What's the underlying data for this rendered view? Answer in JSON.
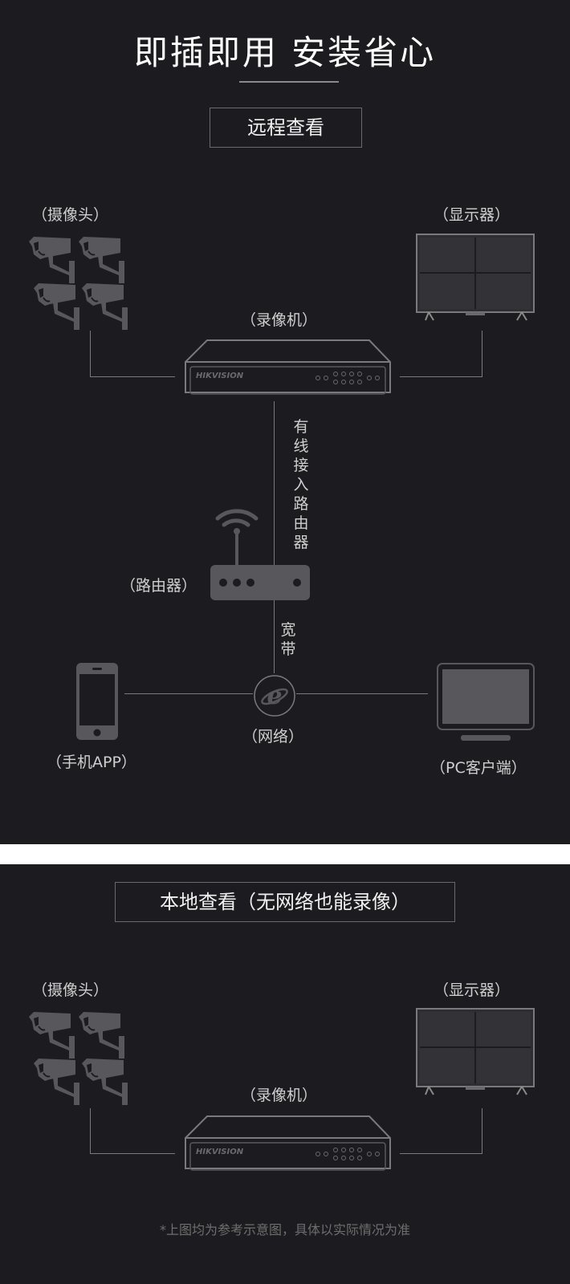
{
  "header": {
    "title": "即插即用 安装省心"
  },
  "remote_section": {
    "heading": "远程查看",
    "labels": {
      "camera": "（摄像头）",
      "monitor": "（显示器）",
      "nvr": "（录像机）",
      "wired_to_router": "有线接入路由器",
      "router": "（路由器）",
      "broadband": "宽带",
      "network": "（网络）",
      "phone_app": "（手机APP）",
      "pc_client": "（PC客户端）"
    },
    "nvr_brand": "HIKVISION"
  },
  "local_section": {
    "heading": "本地查看（无网络也能录像）",
    "labels": {
      "camera": "（摄像头）",
      "monitor": "（显示器）",
      "nvr": "（录像机）"
    },
    "nvr_brand": "HIKVISION"
  },
  "footnote": "*上图均为参考示意图，具体以实际情况为准",
  "colors": {
    "background": "#1c1c20",
    "icon_gray": "#58585c",
    "line_gray": "#7a7a7a",
    "text_light": "#cfcfcf",
    "separator": "#ffffff"
  }
}
